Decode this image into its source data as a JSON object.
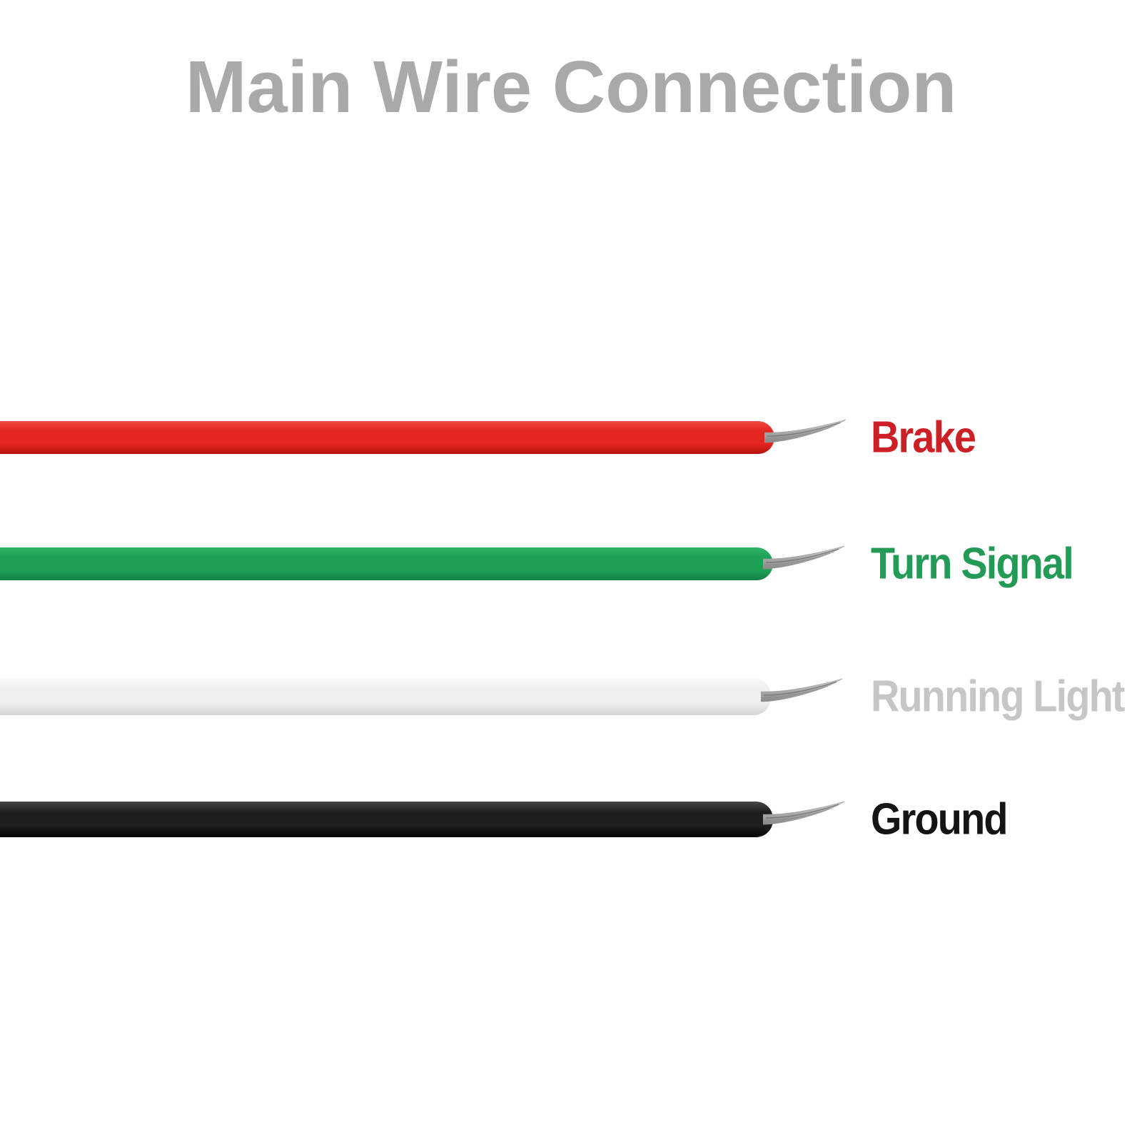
{
  "title": {
    "text": "Main Wire Connection",
    "color": "#a9a9a9"
  },
  "icons": {
    "wire_tip": "frayed-wire-strand"
  },
  "wires": [
    {
      "id": "brake",
      "label": "Brake",
      "wire_color": "#e52620",
      "wire_color_light": "#ef4a42",
      "wire_color_dark": "#b5130f",
      "label_color": "#cd2026"
    },
    {
      "id": "turn-signal",
      "label": "Turn Signal",
      "wire_color": "#1ea156",
      "wire_color_light": "#2eb567",
      "wire_color_dark": "#128044",
      "label_color": "#239a55"
    },
    {
      "id": "running-light",
      "label": "Running Light",
      "wire_color": "#efefed",
      "wire_color_light": "#fafaf9",
      "wire_color_dark": "#d3d3d1",
      "label_color": "#c6c6c6"
    },
    {
      "id": "ground",
      "label": "Ground",
      "wire_color": "#1e1e1c",
      "wire_color_light": "#454543",
      "wire_color_dark": "#050505",
      "label_color": "#141414"
    }
  ]
}
